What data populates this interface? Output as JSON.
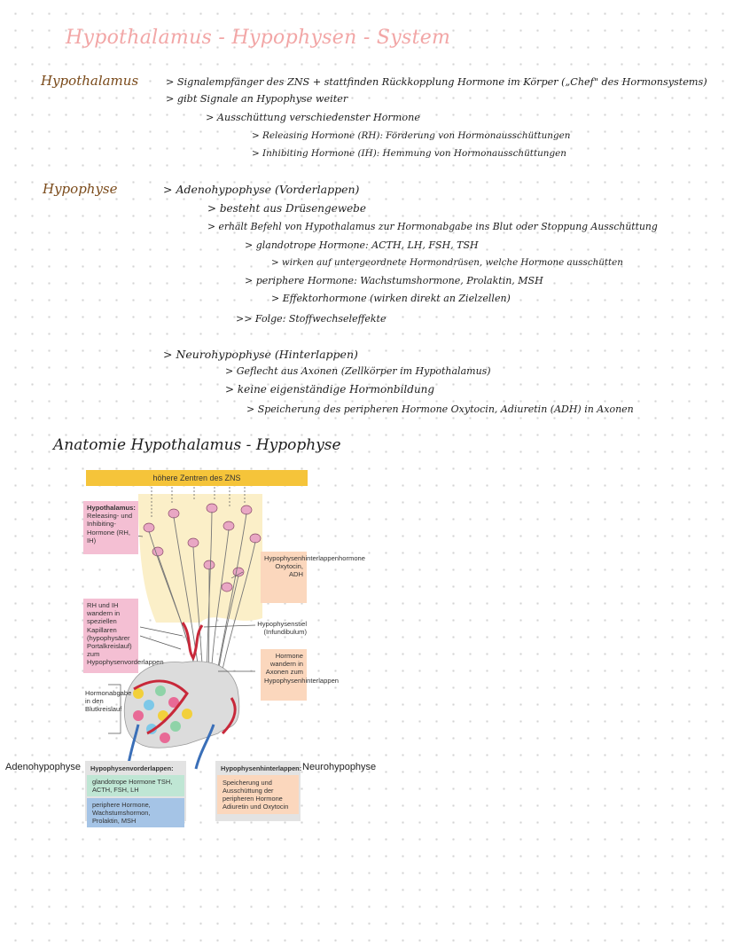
{
  "title": "Hypothalamus - Hypophysen - System",
  "hypothalamus": {
    "heading": "Hypothalamus",
    "lines": [
      "> Signalempfänger des ZNS + stattfinden Rückkopplung Hormone im Körper („Chef\" des Hormonsystems)",
      "> gibt Signale an Hypophyse weiter",
      "> Ausschüttung verschiedenster Hormone",
      "> Releasing Hormone (RH): Förderung von Hormonausschüttungen",
      "> Inhibiting Hormone (IH): Hemmung von Hormonausschüttungen"
    ]
  },
  "hypophyse": {
    "heading": "Hypophyse",
    "lines": [
      "> Adenohypophyse (Vorderlappen)",
      "> besteht aus Drüsengewebe",
      "> erhält Befehl von Hypothalamus zur Hormonabgabe ins Blut oder Stoppung Ausschüttung",
      "> glandotrope Hormone: ACTH, LH, FSH, TSH",
      "> wirken auf untergeordnete Hormondrüsen, welche Hormone ausschütten",
      "> periphere Hormone: Wachstumshormone, Prolaktin, MSH",
      "> Effektorhormone (wirken direkt an Zielzellen)",
      ">> Folge: Stoffwechseleffekte",
      "> Neurohypophyse (Hinterlappen)",
      "> Geflecht aus Axonen (Zellkörper im Hypothalamus)",
      "> keine eigenständige Hormonbildung",
      "> Speicherung des peripheren Hormone Oxytocin, Adiuretin (ADH) in Axonen"
    ]
  },
  "anatomy_heading": "Anatomie Hypothalamus - Hypophyse",
  "figure": {
    "top_label": "höhere Zentren des ZNS",
    "hypothalamus_box_title": "Hypothalamus:",
    "hypothalamus_box_text": "Releasing- und Inhibiting-Hormone (RH, IH)",
    "rh_ih_box": "RH und IH wandern in speziellen Kapillaren (hypophysärer Portalkreislauf) zum Hypophysenvorderlappen",
    "hormonabgabe": "Hormonabgabe in den Blutkreislauf",
    "hinterlappen_hormone": "Hypophysenhinterlappenhormone Oxytocin, ADH",
    "stiel": "Hypophysenstiel (Infundibulum)",
    "hormone_wandern": "Hormone wandern in Axonen zum Hypophysenhinterlappen"
  },
  "legend": {
    "adeno_label": "Adenohypophyse",
    "neuro_label": "Neurohypophyse",
    "vorder_title": "Hypophysenvorderlappen:",
    "vorder_a": "glandotrope Hormone TSH, ACTH, FSH, LH",
    "vorder_b": "periphere Hormone, Wachstumshormon, Prolaktin, MSH",
    "hinter_title": "Hypophysenhinterlappen:",
    "hinter_text": "Speicherung und Ausschüttung der peripheren Hormone Adiuretin und Oxytocin"
  },
  "colors": {
    "title": "#f2a6a6",
    "heading": "#7a4a1a",
    "banner": "#f5c43a",
    "pink_box": "#f4bfd3",
    "peach_box": "#fbd7bd",
    "green_box": "#bfe6d4",
    "blue_box": "#a5c4e6"
  }
}
